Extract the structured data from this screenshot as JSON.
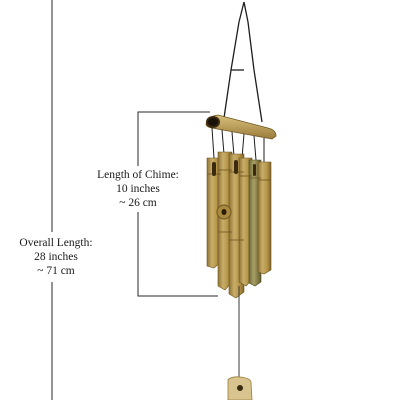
{
  "overall_length": {
    "label": "Overall Length:",
    "imperial": "28 inches",
    "metric": "~ 71 cm"
  },
  "chime_length": {
    "label": "Length of Chime:",
    "imperial": "10 inches",
    "metric": "~ 26 cm"
  },
  "colors": {
    "bamboo": "#b89a55",
    "bamboo_dark": "#8a6e32",
    "bamboo_light": "#d8c083",
    "cord": "#1e1e1e",
    "dimension_line": "#2a2a2a"
  }
}
